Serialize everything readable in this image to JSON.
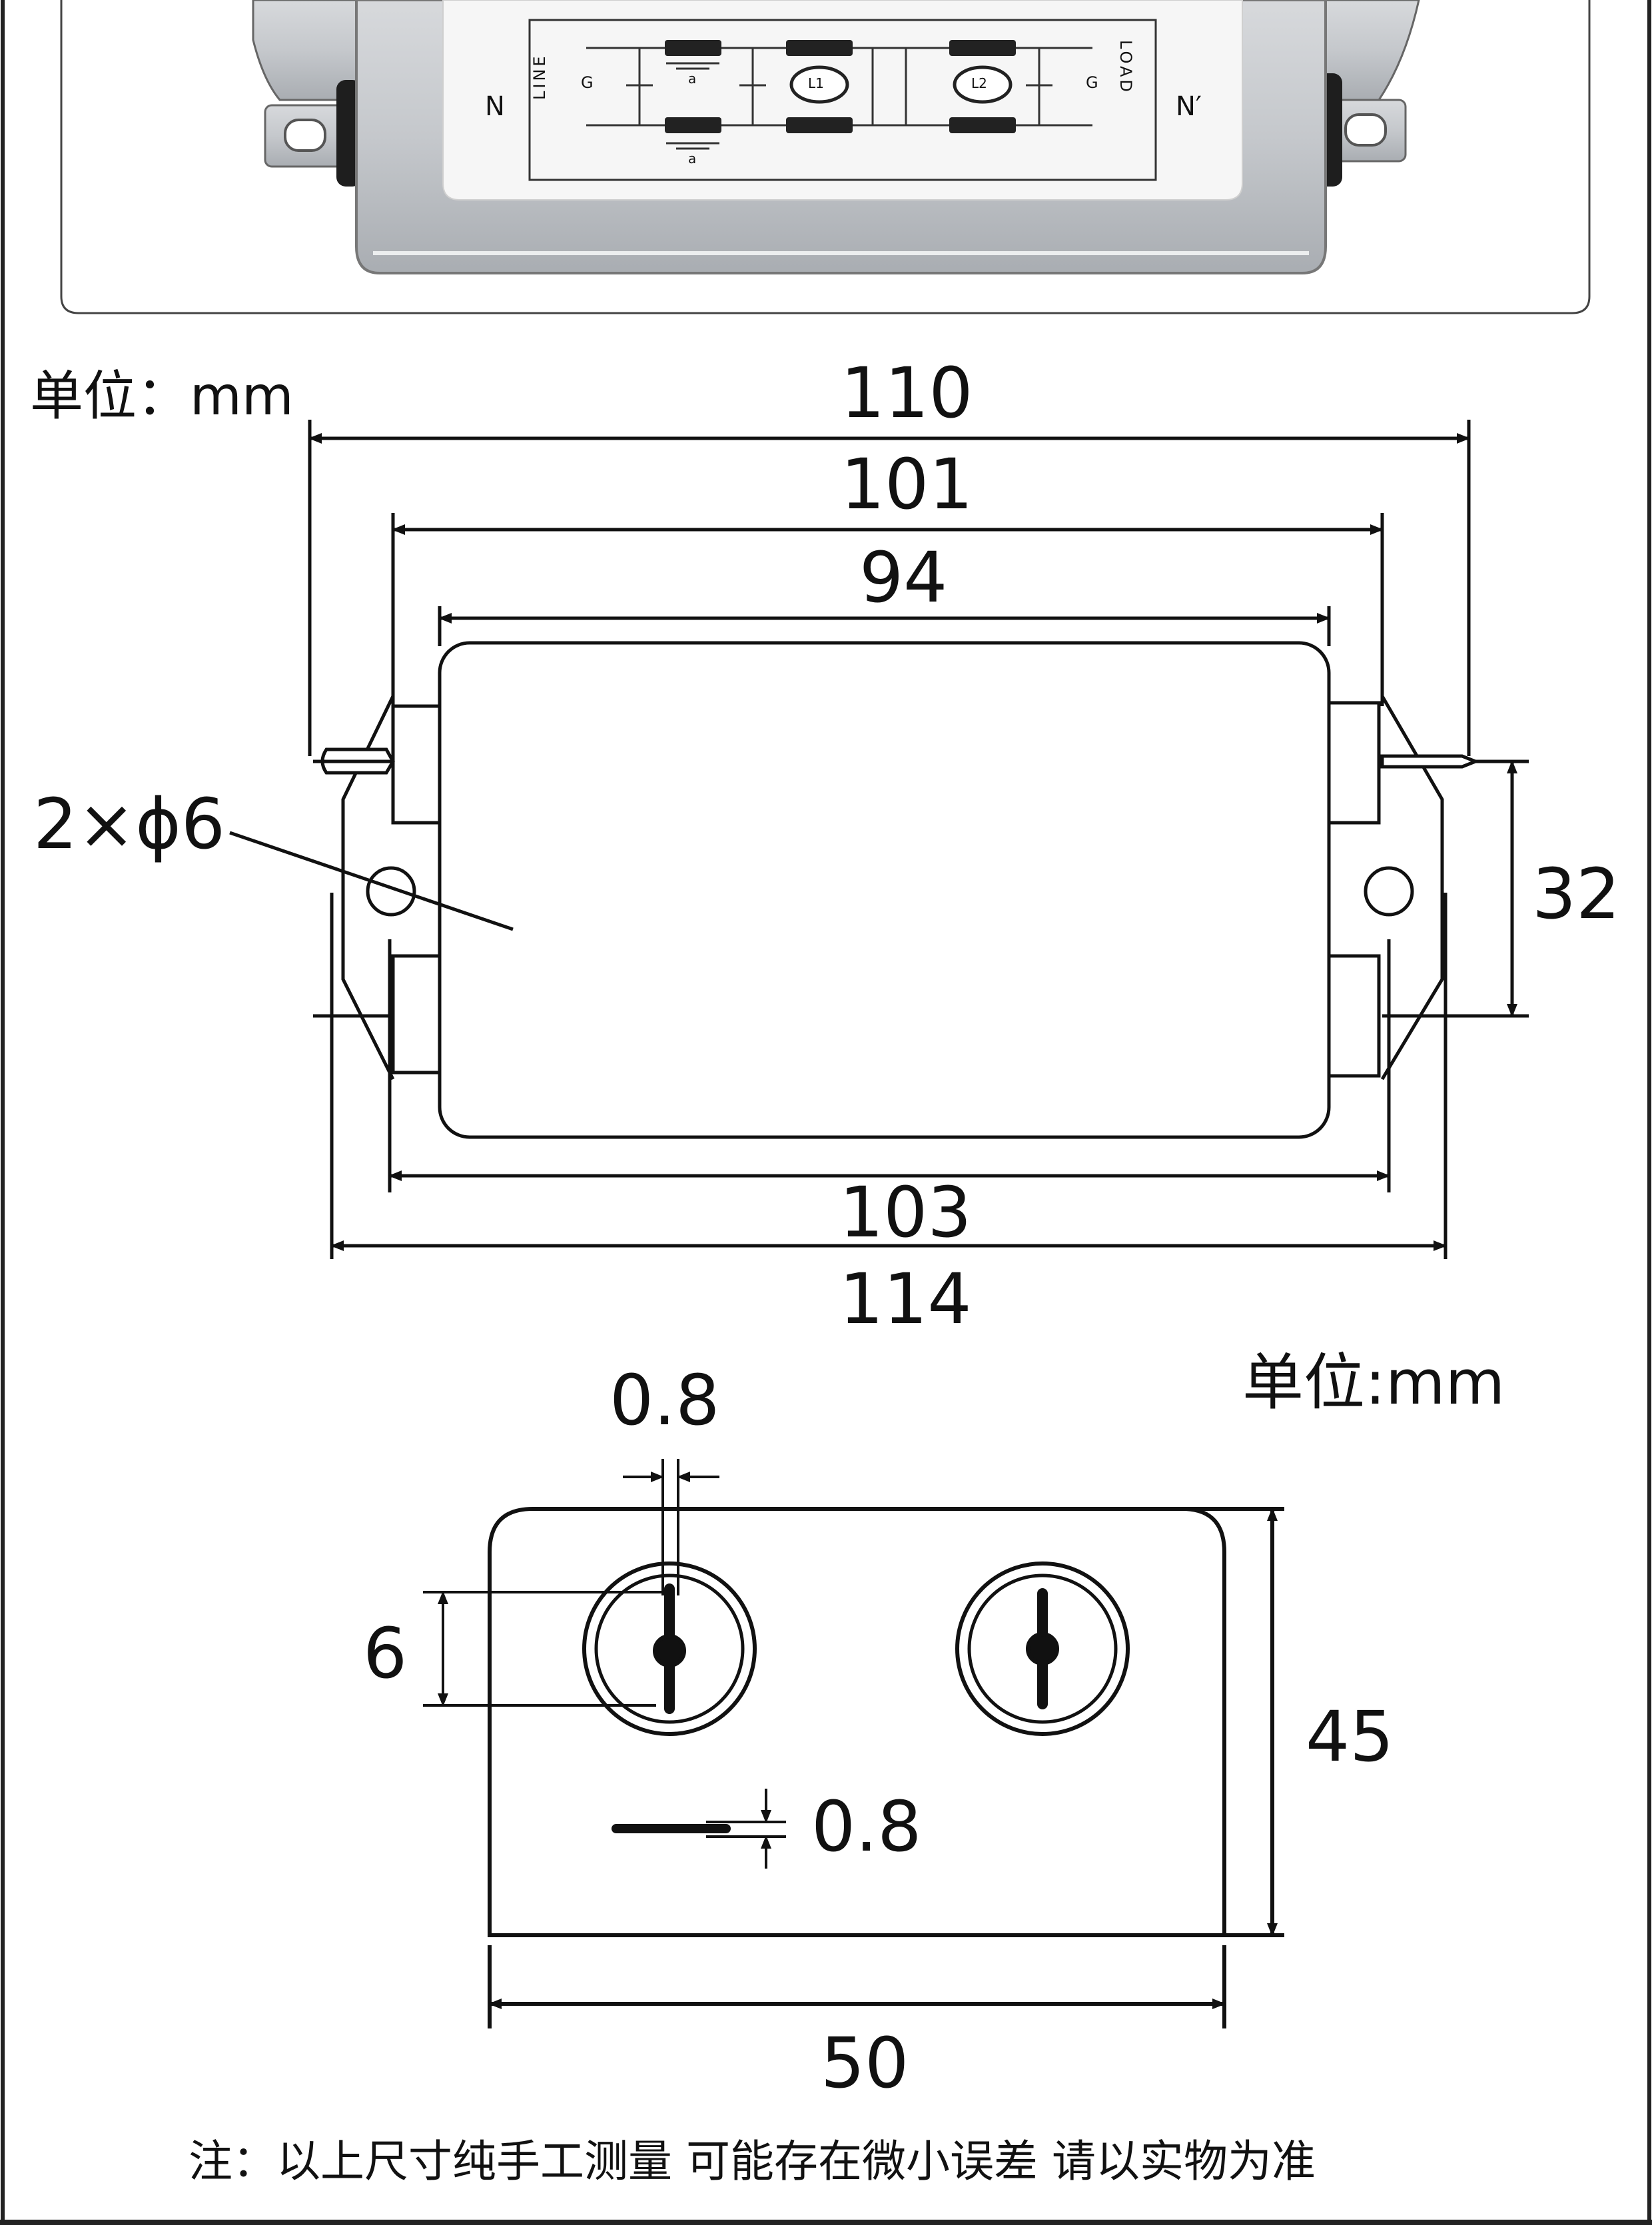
{
  "photo": {
    "left_terminal": "N",
    "right_terminal": "N′",
    "label_line": "LINE",
    "label_load": "LOAD",
    "label_g_left": "G",
    "label_g_right": "G",
    "label_l1": "L1",
    "label_l2": "L2",
    "label_a_top": "a",
    "label_a_bottom": "a"
  },
  "top_view": {
    "unit": "单位：mm",
    "dim_overall_width": "110",
    "dim_terminal_width": "101",
    "dim_body_width": "94",
    "dim_hole_spacing": "32",
    "dim_mount_inner": "103",
    "dim_mount_outer": "114",
    "hole_callout": "2×ϕ6"
  },
  "side_view": {
    "unit": "单位:mm",
    "dim_tab_width": "0.8",
    "dim_tab_height": "6",
    "dim_tab_thickness": "0.8",
    "dim_height": "45",
    "dim_width": "50"
  },
  "note": "注：以上尺寸纯手工测量 可能存在微小误差 请以实物为准"
}
